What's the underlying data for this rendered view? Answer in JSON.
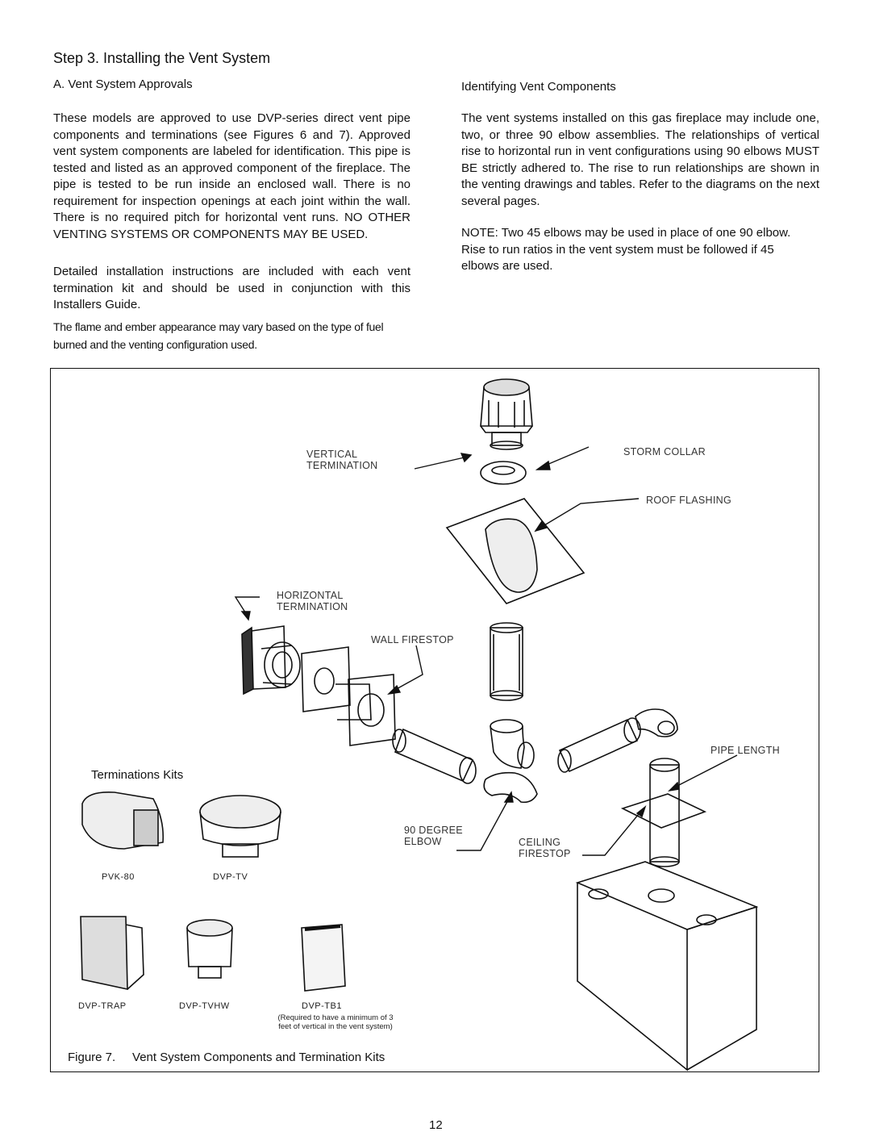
{
  "header": {
    "title": "Step 3.  Installing the Vent System"
  },
  "left_column": {
    "heading": "A.  Vent System Approvals",
    "para1": "These models are approved to use DVP-series direct vent pipe components and terminations (see Figures 6 and 7). Approved vent system components are labeled for identification. This pipe is tested and listed as an approved component of the fireplace. The pipe is tested to be run inside an enclosed wall. There is no requirement for inspection openings at each joint within the wall. There is no required pitch for horizontal vent runs. NO OTHER VENTING SYSTEMS OR COMPONENTS MAY BE USED.",
    "para2": "Detailed installation instructions are included with each vent termination kit and should be used in conjunction with this Installers Guide.",
    "para3": "The flame and ember appearance may vary based on the type of fuel burned and the venting configuration used."
  },
  "right_column": {
    "heading": "Identifying Vent Components",
    "para1": "The vent systems installed on this gas fireplace may include one, two, or three 90  elbow assemblies. The relationships of vertical rise to horizontal run in vent configurations using 90  elbows MUST BE strictly adhered to. The rise to run relationships are shown in the venting drawings and tables. Refer to the diagrams on the next several pages.",
    "note": "NOTE:  Two 45  elbows may be used in place of one 90  elbow. Rise to run ratios in the vent system must be followed if 45  elbows are used."
  },
  "figure": {
    "labels": {
      "vertical_termination": [
        "VERTICAL",
        "TERMINATION"
      ],
      "storm_collar": "STORM COLLAR",
      "roof_flashing": "ROOF FLASHING",
      "horizontal_termination": [
        "HORIZONTAL",
        "TERMINATION"
      ],
      "wall_firestop": "WALL FIRESTOP",
      "pipe_length": "PIPE LENGTH",
      "degree_elbow": [
        "90 DEGREE",
        "ELBOW"
      ],
      "ceiling_firestop": [
        "CEILING",
        "FIRESTOP"
      ]
    },
    "kits_heading": "Terminations Kits",
    "kits": {
      "pvk80": "PVK-80",
      "dvptv": "DVP-TV",
      "dvptrap": "DVP-TRAP",
      "dvptvhw": "DVP-TVHW",
      "dvptb1": "DVP-TB1"
    },
    "tb1_note": [
      "(Required to have a minimum of 3",
      "feet of vertical in the vent system)"
    ],
    "caption": "Figure 7.     Vent System Components and Termination Kits"
  },
  "footer": {
    "page_number": "12"
  }
}
